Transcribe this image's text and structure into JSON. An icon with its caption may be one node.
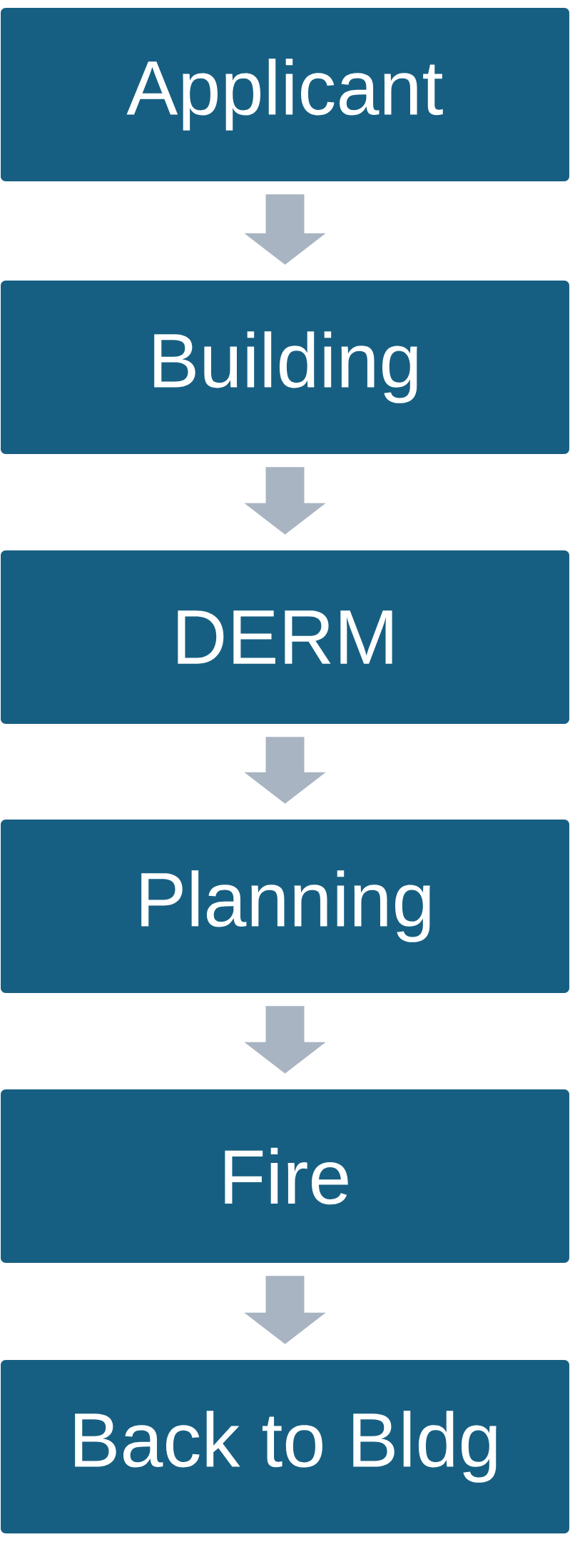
{
  "diagram": {
    "nodes": [
      {
        "text": [
          "Applicant"
        ]
      },
      {
        "text": [
          "Building"
        ]
      },
      {
        "text": [
          "DERM"
        ]
      },
      {
        "text": [
          "Planning"
        ]
      },
      {
        "text": [
          "Fire"
        ]
      },
      {
        "text": [
          "Back to Bldg"
        ]
      }
    ],
    "edges": [
      {
        "from": 0,
        "to": 1,
        "arrow": "to"
      },
      {
        "from": 1,
        "to": 2,
        "arrow": "to"
      },
      {
        "from": 2,
        "to": 3,
        "arrow": "to"
      },
      {
        "from": 3,
        "to": 4,
        "arrow": "to"
      },
      {
        "from": 4,
        "to": 5,
        "arrow": "to"
      }
    ]
  }
}
